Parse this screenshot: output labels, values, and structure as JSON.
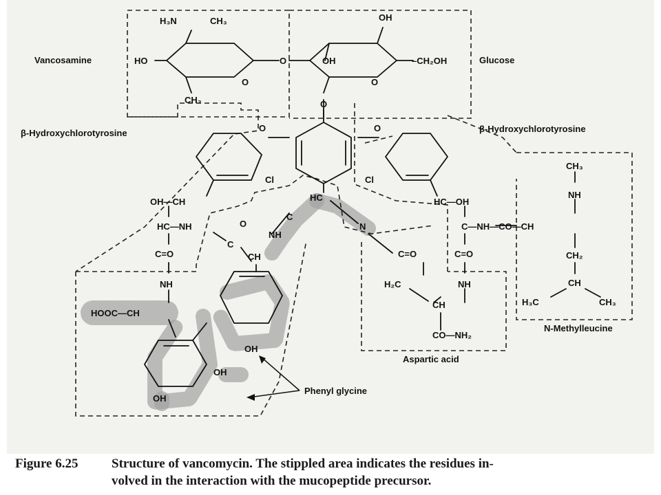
{
  "labels": {
    "vancosamine": "Vancosamine",
    "glucose": "Glucose",
    "hydroxy_left": "β-Hydroxychlorotyrosine",
    "hydroxy_right": "β-Hydroxychlorotyrosine",
    "n_methylleucine": "N-Methylleucine",
    "aspartic_acid": "Aspartic acid",
    "phenyl_glycine": "Phenyl glycine"
  },
  "groups": {
    "h3n": "H₃N",
    "ch3_top": "CH₃",
    "ho_sugar": "HO",
    "ch3_bottom": "CH₃",
    "oh_glc_top": "OH",
    "oh_glc_mid": "OH",
    "ch2oh": "–CH₂OH",
    "link_o": "O",
    "ring_o1": "O",
    "ring_o2": "O",
    "glyco_o": "O",
    "ether_o_left": "O",
    "ether_o_right": "O",
    "cl_left": "Cl",
    "cl_right": "Cl",
    "oh_ch": "OH—CH",
    "hc_nh": "HC—NH",
    "c_o_left": "C=O",
    "nh_left": "NH",
    "hooc_ch": "HOOC—CH",
    "oh_bottom": "OH",
    "oh_ring2": "OH",
    "oh_ring3": "OH",
    "c_center": "C",
    "o_center": "O",
    "nh_center": "NH",
    "ch_center": "CH",
    "hc_top": "HC",
    "c_n": "C",
    "n_center": "N",
    "c_o_asp": "C=O",
    "h2c": "H₂C",
    "ch_asp": "CH",
    "co_nh2": "CO—NH₂",
    "hc_oh": "HC—OH",
    "c_nh_co_ch": "C—NH—CO—CH",
    "c_o_right": "C=O",
    "nh_right": "NH",
    "ch3_leu": "CH₃",
    "nh_leu": "NH",
    "ch2_leu": "CH₂",
    "ch_leu": "CH",
    "h3c_leu": "H₃C",
    "ch3_leu2": "CH₃"
  },
  "caption": {
    "figure_number": "Figure 6.25",
    "line1": "Structure of vancomycin. The stippled area indicates the residues in-",
    "line2": "volved in the interaction with the mucopeptide precursor."
  }
}
